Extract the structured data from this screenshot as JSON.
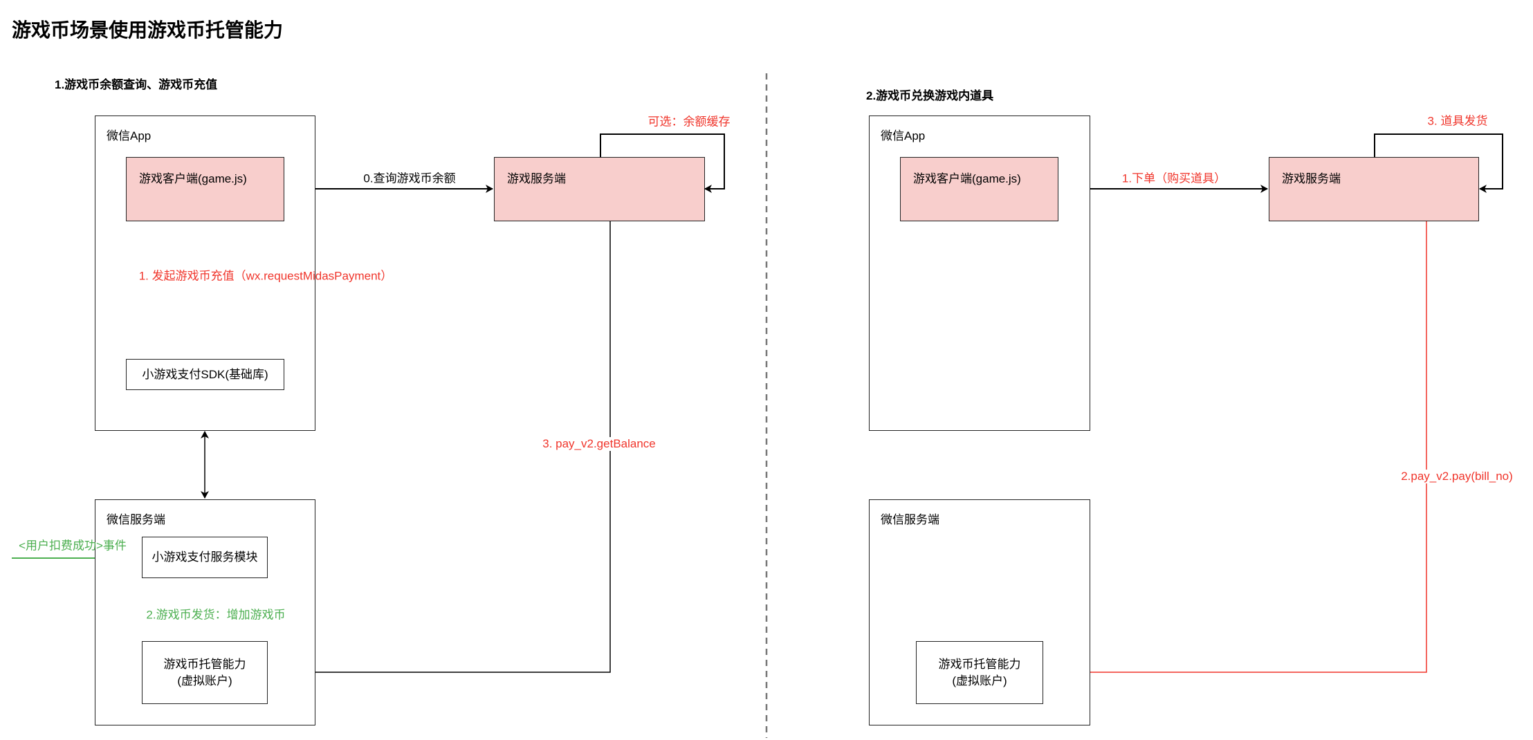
{
  "title": "游戏币场景使用游戏币托管能力",
  "section1": {
    "heading": "1.游戏币余额查询、游戏币充值",
    "wechat_app": {
      "label": "微信App"
    },
    "game_client": {
      "label": "游戏客户端(game.js)"
    },
    "game_server": {
      "label": "游戏服务端"
    },
    "sdk": {
      "label": "小游戏支付SDK(基础库)"
    },
    "wechat_server": {
      "label": "微信服务端"
    },
    "pay_module": {
      "label": "小游戏支付服务模块"
    },
    "coin_custody": {
      "line1": "游戏币托管能力",
      "line2": "(虚拟账户)"
    },
    "edges": {
      "query_balance": "0.查询游戏币余额",
      "optional_cache": "可选：余额缓存",
      "request_payment": "1. 发起游戏币充值（wx.requestMidasPayment）",
      "get_balance": "3. pay_v2.getBalance",
      "user_charge_event": "<用户扣费成功>事件",
      "deliver_coins": "2.游戏币发货：增加游戏币"
    }
  },
  "section2": {
    "heading": "2.游戏币兑换游戏内道具",
    "wechat_app": {
      "label": "微信App"
    },
    "game_client": {
      "label": "游戏客户端(game.js)"
    },
    "game_server": {
      "label": "游戏服务端"
    },
    "wechat_server": {
      "label": "微信服务端"
    },
    "coin_custody": {
      "line1": "游戏币托管能力",
      "line2": "(虚拟账户)"
    },
    "edges": {
      "place_order": "1.下单（购买道具）",
      "deliver_item": "3. 道具发货",
      "pay": "2.pay_v2.pay(bill_no)"
    }
  },
  "colors": {
    "red": "#f0352b",
    "green": "#4caf50",
    "pink": "#f8cecc"
  }
}
